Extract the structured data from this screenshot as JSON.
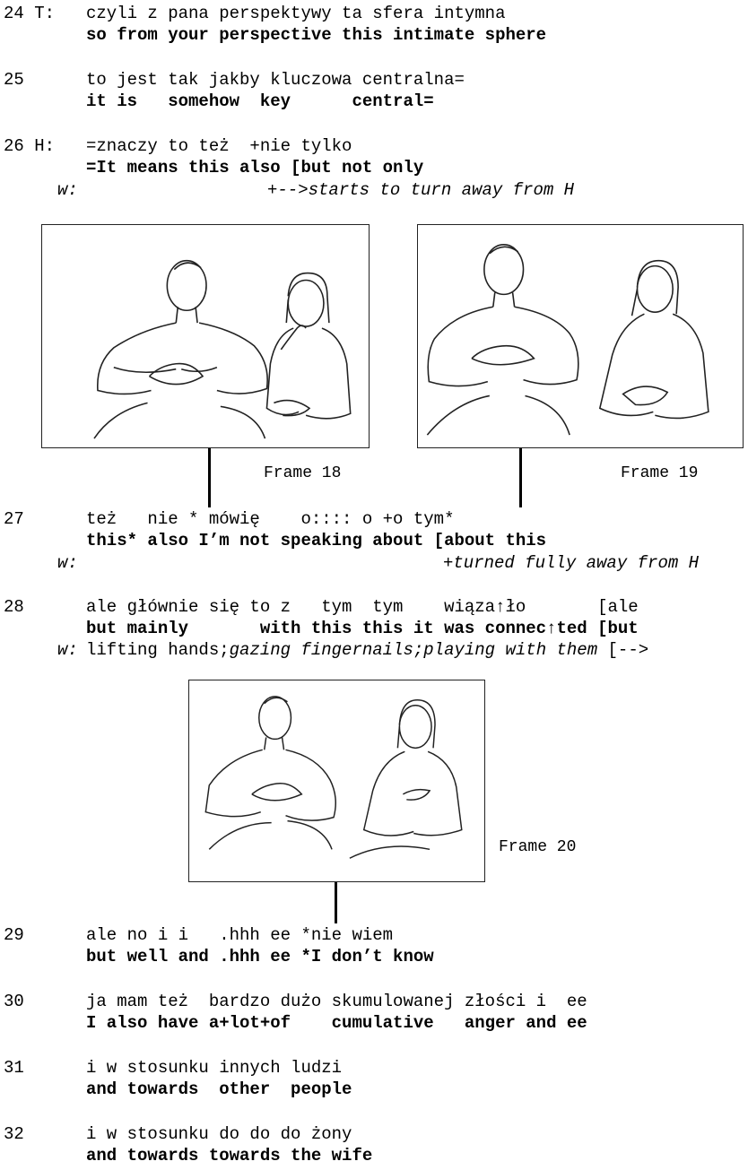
{
  "lines": [
    {
      "num": "24 T:",
      "pl": "czyli z pana perspektywy ta sfera intymna",
      "en": "so from your perspective this intimate sphere"
    },
    {
      "num": "25",
      "pl": "to jest tak jakby kluczowa centralna=",
      "en": "it is   somehow  key      central="
    },
    {
      "num": "26 H:",
      "pl": "=znaczy to też  +nie tylko",
      "en": "=It means this also [but not only",
      "w_label": "w:",
      "w_note": "+-->starts to turn away from H"
    },
    {
      "num": "27",
      "pl": "też   nie * mówię    o:::: o +o tym*",
      "en": "this* also I’m not speaking about [about this",
      "w_label": "w:",
      "w_note": "+turned fully away from H"
    },
    {
      "num": "28",
      "pl": "ale głównie się to z   tym  tym    wiąza↑ło       [ale",
      "en": "but mainly       with this this it was connec↑ted [but",
      "w_label": "w:",
      "w_note_plain1": "lifting hands;",
      "w_note_italic": "gazing fingernails;playing with them",
      "w_note_plain2": " [-->"
    },
    {
      "num": "29",
      "pl": "ale no i i   .hhh ee *nie wiem",
      "en": "but well and .hhh ee *I don’t know"
    },
    {
      "num": "30",
      "pl": "ja mam też  bardzo dużo skumulowanej złości i  ee",
      "en": "I also have a+lot+of    cumulative   anger and ee"
    },
    {
      "num": "31",
      "pl": "i w stosunku innych ludzi",
      "en": "and towards  other  people"
    },
    {
      "num": "32",
      "pl": "i w stosunku do do do żony",
      "en": "and towards towards the wife"
    }
  ],
  "frames": {
    "f18": "Frame 18",
    "f19": "Frame 19",
    "f20": "Frame 20"
  }
}
